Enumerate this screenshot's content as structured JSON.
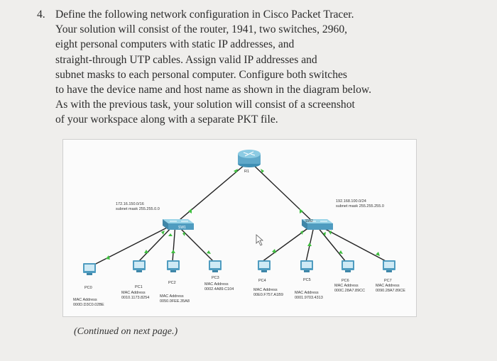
{
  "question": {
    "number": "4.",
    "lines": [
      "Define the following network configuration in Cisco Packet Tracer.",
      "Your solution will consist of the router, 1941, two switches, 2960,",
      "eight personal computers with static IP addresses, and",
      "straight-through UTP cables. Assign valid IP addresses and",
      "subnet masks to each personal computer. Configure both switches",
      "to have the device name and host name as shown in the diagram below.",
      "As with the previous task, your solution will consist of a screenshot",
      "of your workspace along with a separate PKT file."
    ]
  },
  "diagram": {
    "router_label": "R1",
    "switch1_label": "SW1",
    "switch2_label": "SW2",
    "network_left": {
      "ip": "172.16.150.0/16",
      "mask": "subnet mask 255.255.0.0"
    },
    "network_right": {
      "ip": "192.168.100.0/24",
      "mask": "subnet mask 255.255.255.0"
    },
    "pcs": [
      {
        "name": "PC0",
        "mac_label": "MAC Address",
        "mac": "000D.D3C0.02BE"
      },
      {
        "name": "PC1",
        "mac_label": "MAC Address",
        "mac": "0010.1173.8254"
      },
      {
        "name": "PC2",
        "mac_label": "MAC Address",
        "mac": "0050.0FEE.35A8"
      },
      {
        "name": "PC3",
        "mac_label": "MAC Address",
        "mac": "0002.4A89.C104"
      },
      {
        "name": "PC4",
        "mac_label": "MAC Address",
        "mac": "00E0.F757.A1B9"
      },
      {
        "name": "PC5",
        "mac_label": "MAC Address",
        "mac": "0001.9703.4313"
      },
      {
        "name": "PC6",
        "mac_label": "MAC Address",
        "mac": "000C.28A7.89CC"
      },
      {
        "name": "PC7",
        "mac_label": "MAC Address",
        "mac": "0090.28A7.89CE"
      }
    ],
    "colors": {
      "link": "#222222",
      "port_up": "#3fbf3f",
      "device": "#5fa8c9",
      "switch": "#6fb8d2"
    }
  },
  "continued": "(Continued on next page.)"
}
